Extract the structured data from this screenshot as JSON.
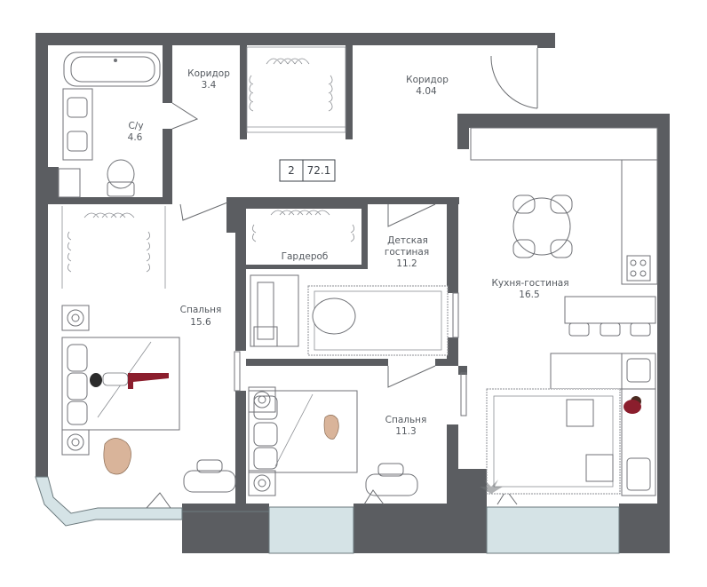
{
  "plan": {
    "badge": {
      "rooms": "2",
      "area": "72.1"
    },
    "rooms": [
      {
        "id": "bathroom",
        "name": "С/у",
        "area": "4.6"
      },
      {
        "id": "corridor-1",
        "name": "Коридор",
        "area": "3.4"
      },
      {
        "id": "corridor-2",
        "name": "Коридор",
        "area": "4.04"
      },
      {
        "id": "bedroom-1",
        "name": "Спальня",
        "area": "15.6"
      },
      {
        "id": "wardrobe",
        "name": "Гардероб",
        "area": ""
      },
      {
        "id": "kids-living",
        "name": "Детская",
        "name2": "гостиная",
        "area": "11.2"
      },
      {
        "id": "kitchen-living",
        "name": "Кухня-гостиная",
        "area": "16.5"
      },
      {
        "id": "bedroom-2",
        "name": "Спальня",
        "area": "11.3"
      }
    ],
    "colors": {
      "wall": "#5b5d61",
      "window": "#d5e3e6",
      "furniture": "#707277",
      "accent": "#8b1e2d"
    }
  }
}
